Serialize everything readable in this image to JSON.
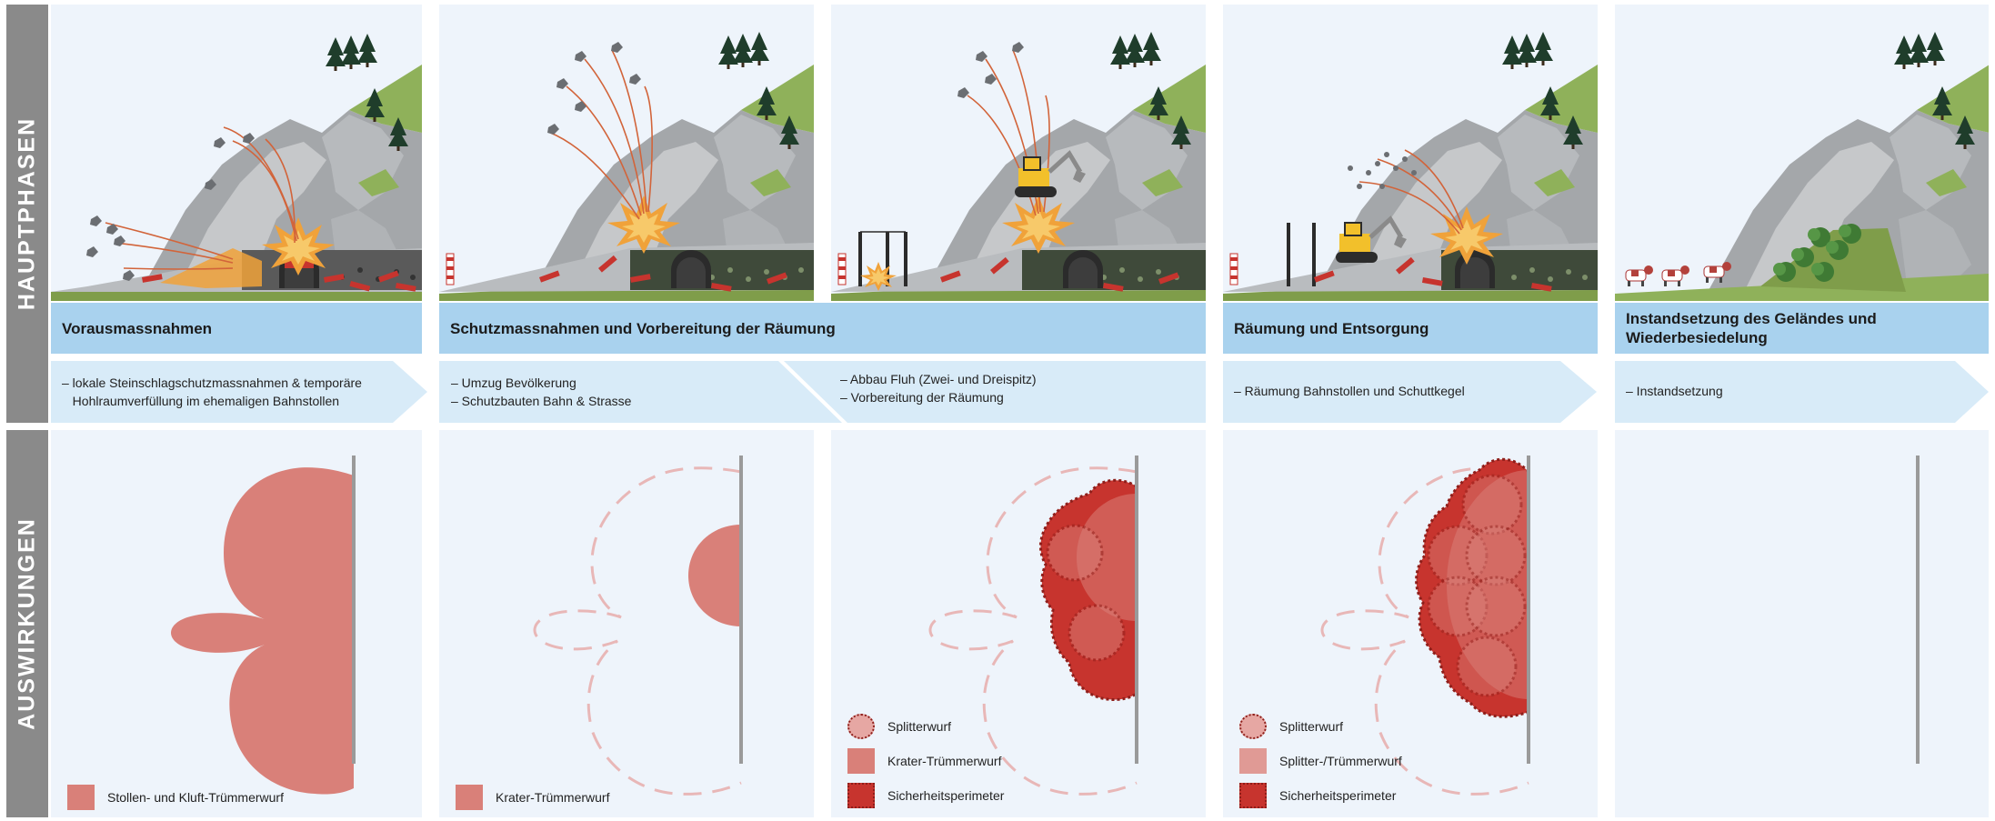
{
  "side_labels": {
    "top": "HAUPTPHASEN",
    "bottom": "AUSWIRKUNGEN"
  },
  "phases": [
    "Vorausmassnahmen",
    "Schutzmassnahmen und Vorbereitung der Räumung",
    "Räumung und Entsorgung",
    "Instandsetzung des Geländes und Wiederbesiedelung"
  ],
  "steps": [
    "– lokale Steinschlagschutzmassnahmen & temporäre\n   Hohlraumverfüllung im ehemaligen Bahnstollen",
    "– Umzug Bevölkerung\n– Schutzbauten Bahn & Strasse",
    "– Abbau Fluh (Zwei- und Dreispitz)\n– Vorbereitung der Räumung",
    "– Räumung Bahnstollen und Schuttkegel",
    "– Instandsetzung"
  ],
  "legends": {
    "col1": [
      "Stollen- und Kluft-Trümmerwurf"
    ],
    "col2": [
      "Krater-Trümmerwurf"
    ],
    "col3": [
      "Splitterwurf",
      "Krater-Trümmerwurf",
      "Sicherheitsperimeter"
    ],
    "col4": [
      "Splitterwurf",
      "Splitter-/Trümmerwurf",
      "Sicherheitsperimeter"
    ]
  },
  "colors": {
    "sidebar": "#8a8a8a",
    "panel_bg": "#eef4fb",
    "phase_bar": "#a9d2ee",
    "arrow_band": "#d8ebf8",
    "debris_light": "#d98079",
    "debris_dark": "#c7342e",
    "ghost_outline": "#e8b7b7",
    "wall_line": "#9a9a9a"
  }
}
